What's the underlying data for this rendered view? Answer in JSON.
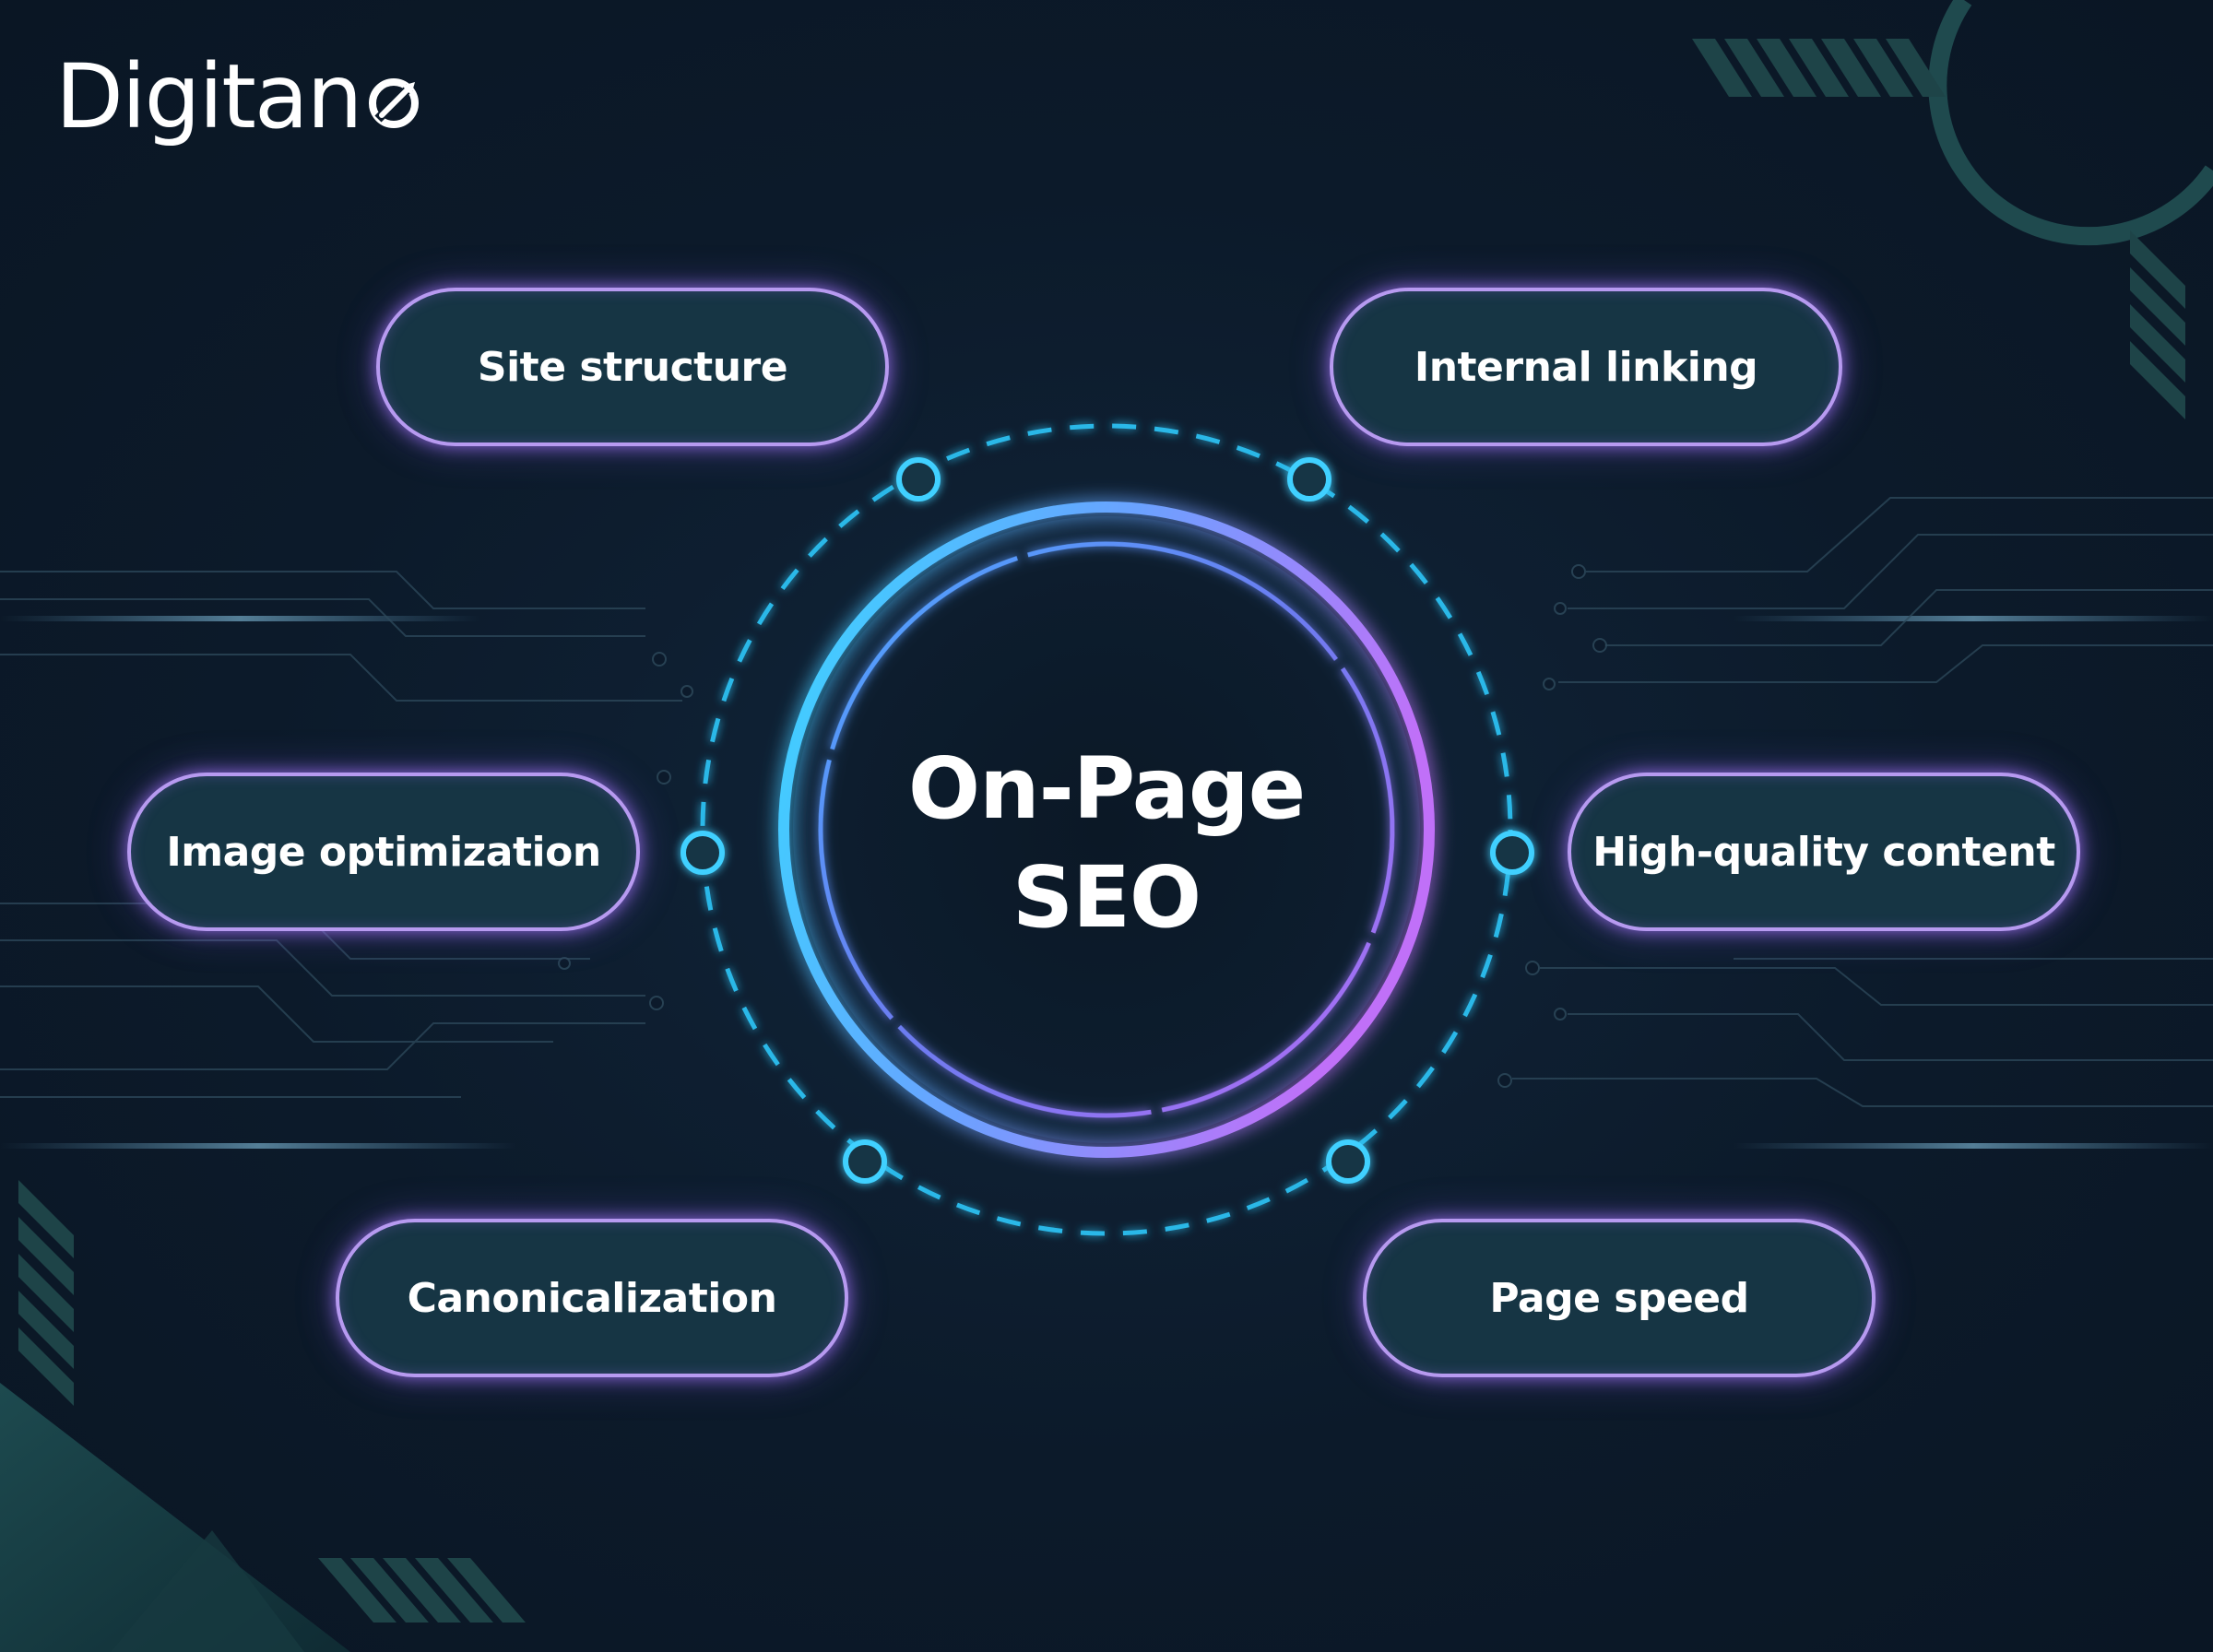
{
  "brand": {
    "name": "Digitan",
    "logo_mark_icon": "rocket-circle-icon"
  },
  "center": {
    "title": "On-Page\nSEO"
  },
  "topics": [
    {
      "label": "Site structure"
    },
    {
      "label": "Internal linking"
    },
    {
      "label": "Image optimization"
    },
    {
      "label": "High-quality content"
    },
    {
      "label": "Canonicalization"
    },
    {
      "label": "Page speed"
    }
  ],
  "colors": {
    "background": "#0c1a2a",
    "pill_fill": "#163544",
    "pill_border": "#b79af0",
    "ring_cyan": "#34c4ff",
    "ring_violet": "#b56cf5",
    "dash_ring": "#2bb8e8",
    "circuit_lines": "#3a5466",
    "text": "#ffffff"
  }
}
